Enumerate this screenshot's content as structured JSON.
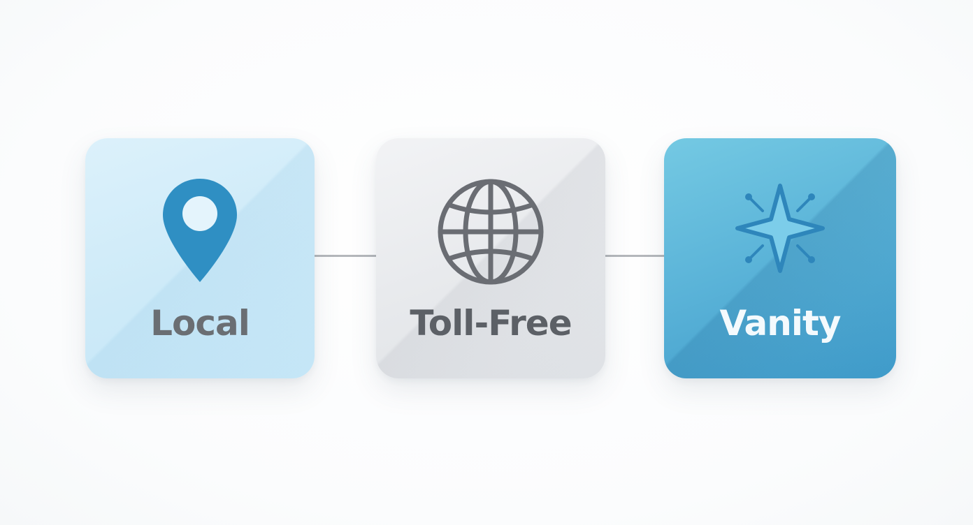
{
  "options": [
    {
      "label": "Local",
      "icon": "map-pin-icon",
      "accent": "#2f8fc3"
    },
    {
      "label": "Toll-Free",
      "icon": "globe-icon",
      "accent": "#6a6d73"
    },
    {
      "label": "Vanity",
      "icon": "sparkle-star-icon",
      "accent": "#2e86bb"
    }
  ],
  "colors": {
    "local_card": "#cdeaf8",
    "tollfree_card": "#e7e9ec",
    "vanity_card": "#5ab3d8",
    "connector": "#b4b7bb"
  }
}
